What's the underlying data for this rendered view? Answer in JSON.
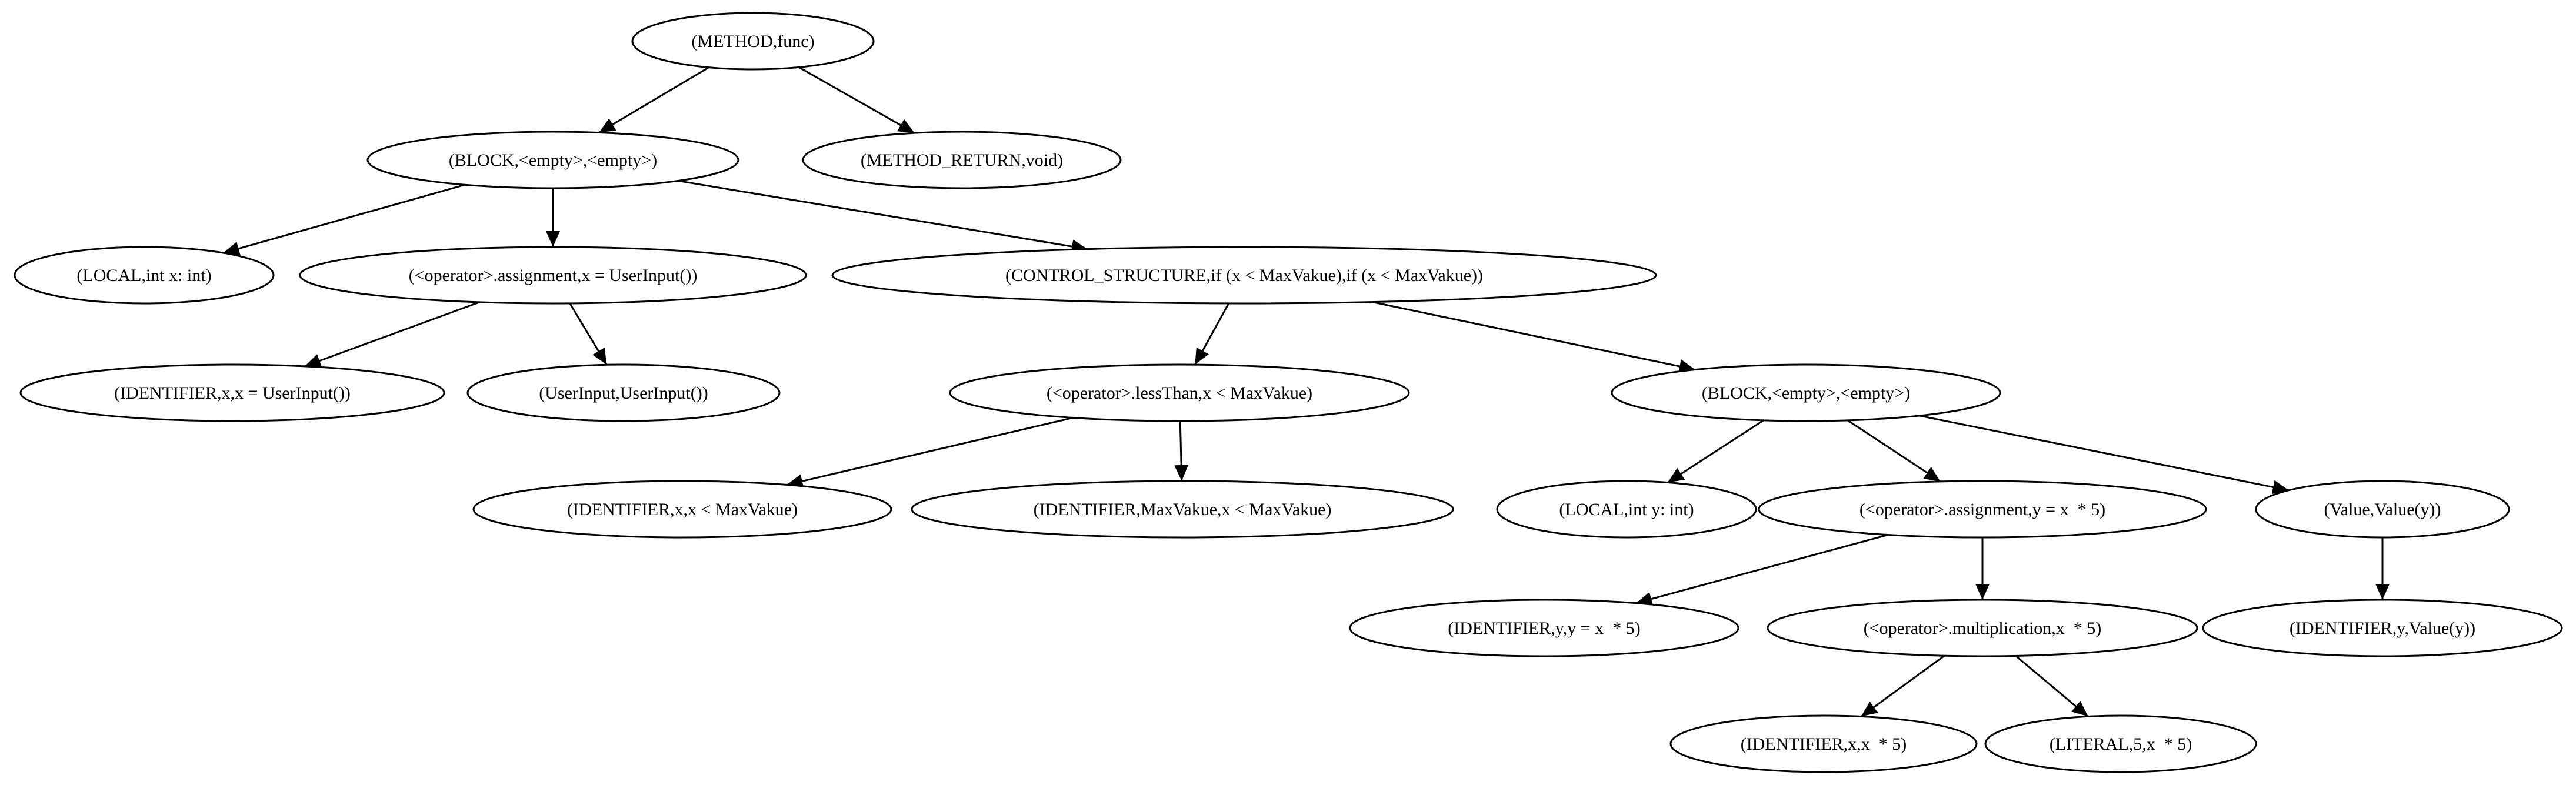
{
  "nodes": [
    {
      "id": "method",
      "label": "(METHOD,func)"
    },
    {
      "id": "block_root",
      "label": "(BLOCK,<empty>,<empty>)"
    },
    {
      "id": "method_return",
      "label": "(METHOD_RETURN,void)"
    },
    {
      "id": "local_x",
      "label": "(LOCAL,int x: int)"
    },
    {
      "id": "assign_x",
      "label": "(<operator>.assignment,x = UserInput())"
    },
    {
      "id": "control_if",
      "label": "(CONTROL_STRUCTURE,if (x < MaxVakue),if (x < MaxVakue))"
    },
    {
      "id": "ident_x_assign",
      "label": "(IDENTIFIER,x,x = UserInput())"
    },
    {
      "id": "userinput",
      "label": "(UserInput,UserInput())"
    },
    {
      "id": "lessthan",
      "label": "(<operator>.lessThan,x < MaxVakue)"
    },
    {
      "id": "block_if",
      "label": "(BLOCK,<empty>,<empty>)"
    },
    {
      "id": "ident_x_lt",
      "label": "(IDENTIFIER,x,x < MaxVakue)"
    },
    {
      "id": "ident_max_lt",
      "label": "(IDENTIFIER,MaxVakue,x < MaxVakue)"
    },
    {
      "id": "local_y",
      "label": "(LOCAL,int y: int)"
    },
    {
      "id": "assign_y",
      "label": "(<operator>.assignment,y = x  * 5)"
    },
    {
      "id": "value_call",
      "label": "(Value,Value(y))"
    },
    {
      "id": "ident_y_assign",
      "label": "(IDENTIFIER,y,y = x  * 5)"
    },
    {
      "id": "multiplication",
      "label": "(<operator>.multiplication,x  * 5)"
    },
    {
      "id": "ident_y_value",
      "label": "(IDENTIFIER,y,Value(y))"
    },
    {
      "id": "ident_x_mul",
      "label": "(IDENTIFIER,x,x  * 5)"
    },
    {
      "id": "literal_5",
      "label": "(LITERAL,5,x  * 5)"
    }
  ],
  "edges": [
    {
      "from": "method",
      "to": "block_root"
    },
    {
      "from": "method",
      "to": "method_return"
    },
    {
      "from": "block_root",
      "to": "local_x"
    },
    {
      "from": "block_root",
      "to": "assign_x"
    },
    {
      "from": "block_root",
      "to": "control_if"
    },
    {
      "from": "assign_x",
      "to": "ident_x_assign"
    },
    {
      "from": "assign_x",
      "to": "userinput"
    },
    {
      "from": "control_if",
      "to": "lessthan"
    },
    {
      "from": "control_if",
      "to": "block_if"
    },
    {
      "from": "lessthan",
      "to": "ident_x_lt"
    },
    {
      "from": "lessthan",
      "to": "ident_max_lt"
    },
    {
      "from": "block_if",
      "to": "local_y"
    },
    {
      "from": "block_if",
      "to": "assign_y"
    },
    {
      "from": "block_if",
      "to": "value_call"
    },
    {
      "from": "assign_y",
      "to": "ident_y_assign"
    },
    {
      "from": "assign_y",
      "to": "multiplication"
    },
    {
      "from": "value_call",
      "to": "ident_y_value"
    },
    {
      "from": "multiplication",
      "to": "ident_x_mul"
    },
    {
      "from": "multiplication",
      "to": "literal_5"
    }
  ]
}
